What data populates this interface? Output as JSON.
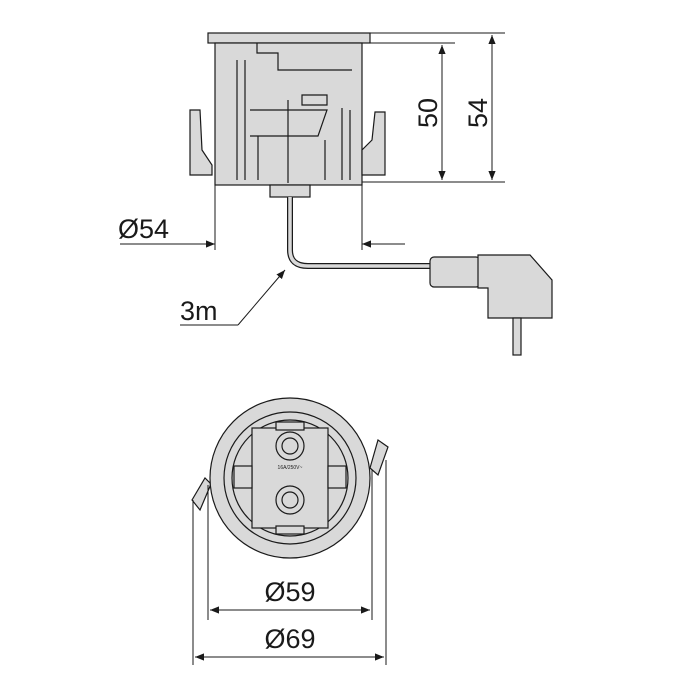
{
  "dimensions": {
    "height_inner": "50",
    "height_total": "54",
    "diameter_body": "Ø54",
    "cable_length": "3m",
    "diameter_cutout": "Ø59",
    "diameter_flange": "Ø69"
  },
  "socket_marking": {
    "rating": "16A/250V~"
  },
  "colors": {
    "fill": "#d9d9d9",
    "line": "#1a1a1a"
  }
}
